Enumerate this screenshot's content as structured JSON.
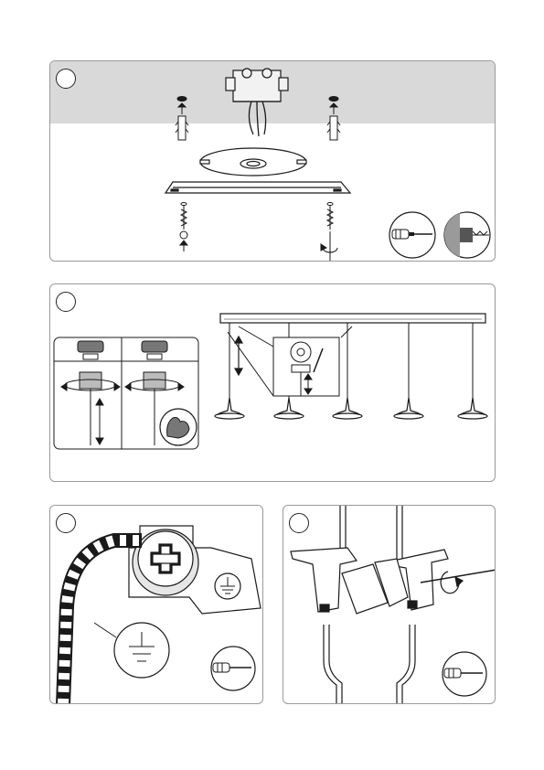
{
  "panels": [
    {
      "step": "",
      "name": "ceiling-mount-installation"
    },
    {
      "step": "",
      "name": "height-adjustment"
    },
    {
      "step": "",
      "name": "earth-connection"
    },
    {
      "step": "",
      "name": "wire-connection"
    }
  ],
  "colors": {
    "ceiling": "#d9d9d9",
    "line": "#1a1a1a",
    "panel_border": "#9a9a9a"
  },
  "icons": [
    "screwdriver-icon",
    "drill-icon",
    "earth-symbol-icon",
    "arm-strength-icon",
    "rotate-arrow-icon"
  ]
}
